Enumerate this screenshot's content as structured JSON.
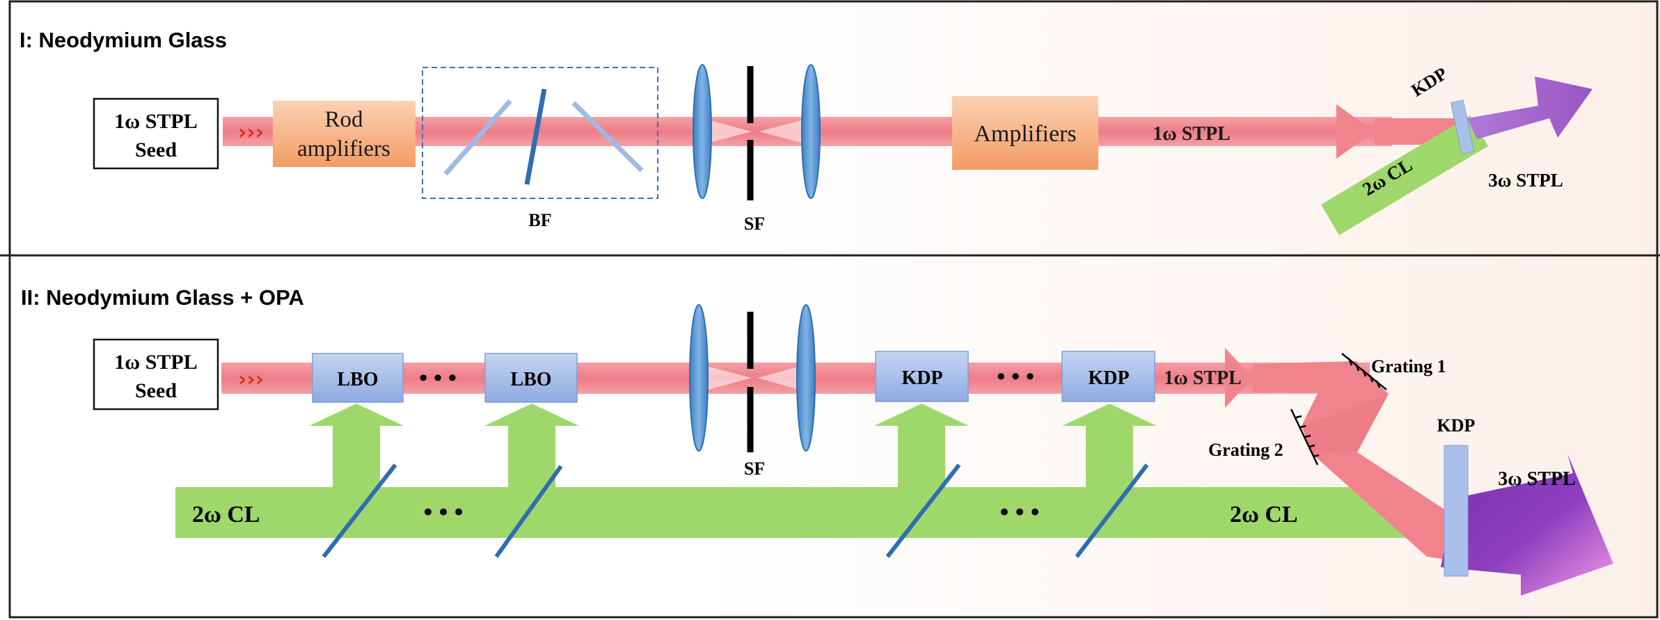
{
  "panel1": {
    "title": "I: Neodymium Glass",
    "seed_line1": "1ω STPL",
    "seed_line2": "Seed",
    "rod_line1": "Rod",
    "rod_line2": "amplifiers",
    "bf_label": "BF",
    "sf_label": "SF",
    "amplifiers_label": "Amplifiers",
    "beam_label": "1ω STPL",
    "kdp_label": "KDP",
    "green_label": "2ω CL",
    "output_label": "3ω STPL"
  },
  "panel2": {
    "title": "II: Neodymium Glass + OPA",
    "seed_line1": "1ω STPL",
    "seed_line2": "Seed",
    "lbo1": "LBO",
    "lbo2": "LBO",
    "kdp1": "KDP",
    "kdp2": "KDP",
    "ellipsis": "•••",
    "sf_label": "SF",
    "beam_label": "1ω STPL",
    "grating1": "Grating 1",
    "grating2": "Grating 2",
    "kdp_label": "KDP",
    "output_label": "3ω STPL",
    "green_left": "2ω CL",
    "green_right": "2ω CL"
  },
  "colors": {
    "red_beam": "#f0838b",
    "green_beam": "#9fd86a",
    "amp_orange": "#f6b48a",
    "crystal_blue": "#9fb9e6",
    "lens_blue": "#5b9bd5",
    "purple": "#9e5bc7"
  }
}
